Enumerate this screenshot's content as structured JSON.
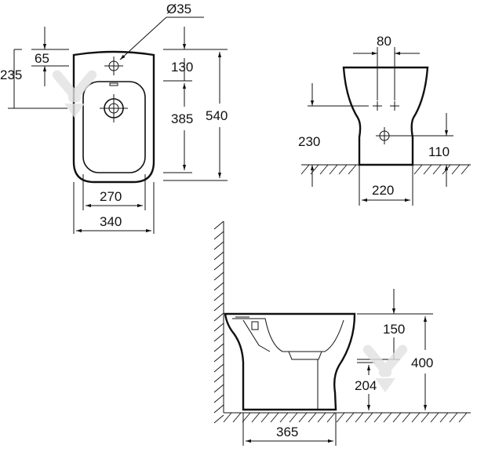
{
  "top_view": {
    "dims": {
      "diameter": "Ø35",
      "offset_top": "65",
      "offset_left": "235",
      "right_upper": "130",
      "right_middle": "385",
      "total_length": "540",
      "inner_width": "270",
      "outer_width": "340"
    }
  },
  "front_view": {
    "dims": {
      "top_width": "80",
      "height_left": "230",
      "height_right": "110",
      "base_width": "220"
    }
  },
  "side_view": {
    "dims": {
      "upper_right": "150",
      "total_height": "400",
      "lower_height": "204",
      "depth": "365"
    }
  },
  "colors": {
    "line": "#111111",
    "watermark": "#e2e2e2"
  }
}
